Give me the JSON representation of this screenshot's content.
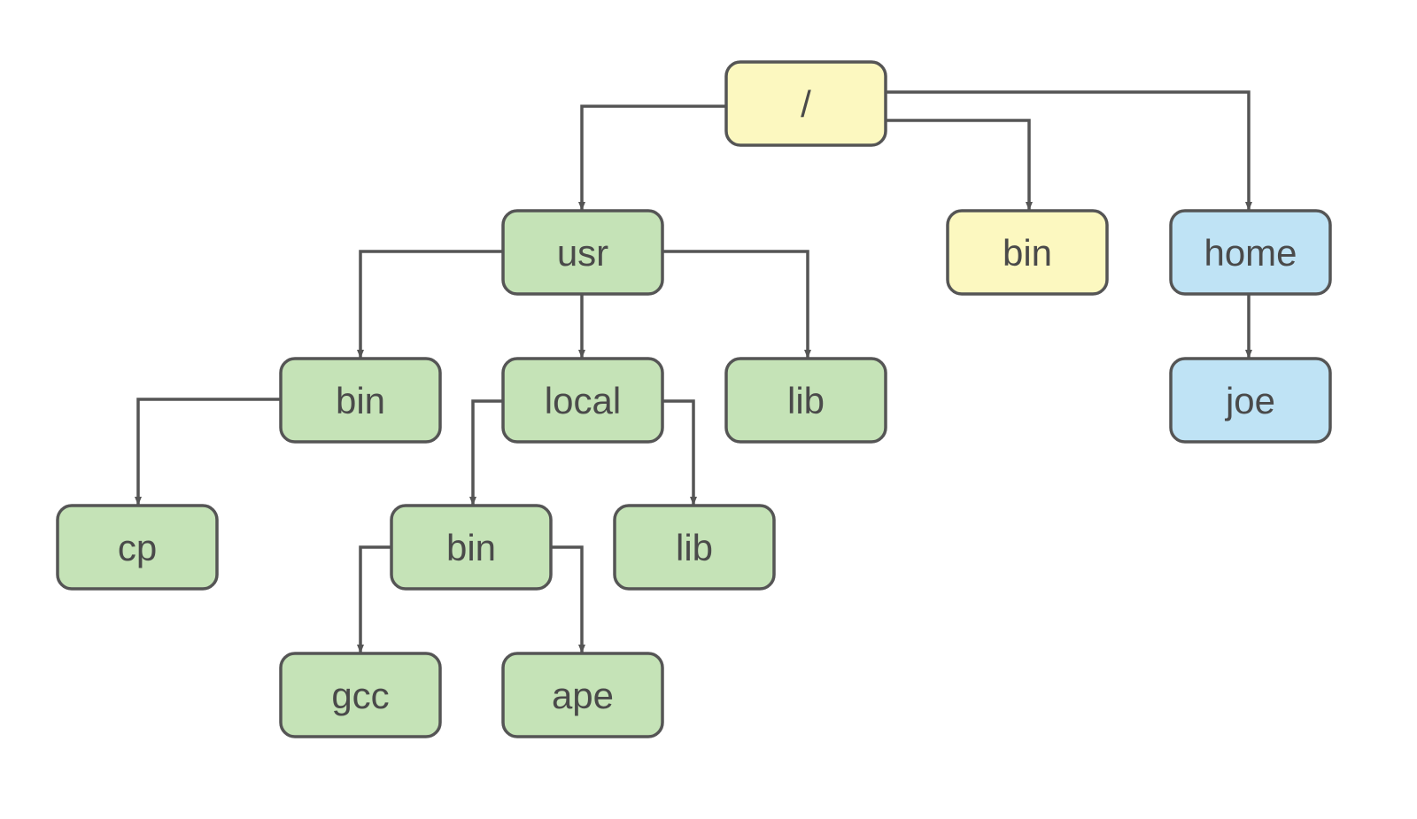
{
  "colors": {
    "yellow": "#fcf8c0",
    "green": "#c5e3b7",
    "blue": "#bfe3f5",
    "stroke": "#555555",
    "text": "#4a4a4a"
  },
  "nodes": [
    {
      "id": "root",
      "label": "/",
      "color": "yellow"
    },
    {
      "id": "usr",
      "label": "usr",
      "color": "green"
    },
    {
      "id": "bin-root",
      "label": "bin",
      "color": "yellow"
    },
    {
      "id": "home",
      "label": "home",
      "color": "blue"
    },
    {
      "id": "usr-bin",
      "label": "bin",
      "color": "green"
    },
    {
      "id": "usr-local",
      "label": "local",
      "color": "green"
    },
    {
      "id": "usr-lib",
      "label": "lib",
      "color": "green"
    },
    {
      "id": "joe",
      "label": "joe",
      "color": "blue"
    },
    {
      "id": "cp",
      "label": "cp",
      "color": "green"
    },
    {
      "id": "local-bin",
      "label": "bin",
      "color": "green"
    },
    {
      "id": "local-lib",
      "label": "lib",
      "color": "green"
    },
    {
      "id": "gcc",
      "label": "gcc",
      "color": "green"
    },
    {
      "id": "ape",
      "label": "ape",
      "color": "green"
    }
  ],
  "edges": [
    {
      "from": "root",
      "to": "usr"
    },
    {
      "from": "root",
      "to": "bin-root"
    },
    {
      "from": "root",
      "to": "home"
    },
    {
      "from": "usr",
      "to": "usr-bin"
    },
    {
      "from": "usr",
      "to": "usr-local"
    },
    {
      "from": "usr",
      "to": "usr-lib"
    },
    {
      "from": "home",
      "to": "joe"
    },
    {
      "from": "usr-bin",
      "to": "cp"
    },
    {
      "from": "usr-local",
      "to": "local-bin"
    },
    {
      "from": "usr-local",
      "to": "local-lib"
    },
    {
      "from": "local-bin",
      "to": "gcc"
    },
    {
      "from": "local-bin",
      "to": "ape"
    }
  ]
}
